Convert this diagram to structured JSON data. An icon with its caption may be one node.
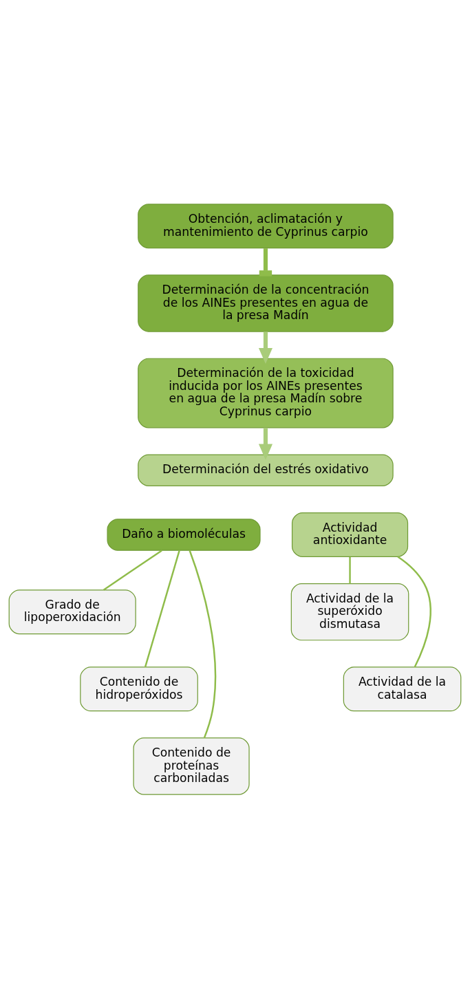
{
  "diagram": {
    "nodes": [
      {
        "text": [
          "Obtención, aclimatación y mantenimiento de Cyprinus carpio"
        ]
      },
      {
        "text": [
          "Determinación de la concentración de los AINEs presentes en agua de la presa Madín"
        ]
      },
      {
        "text": [
          "Determinación de la toxicidad inducida por los AINEs presentes en agua de la presa Madín sobre Cyprinus carpio"
        ]
      },
      {
        "text": [
          "Determinación del estrés oxidativo"
        ]
      },
      {
        "text": [
          "Daño a biomoléculas"
        ]
      },
      {
        "text": [
          "Actividad antioxidante"
        ]
      },
      {
        "text": [
          "Grado de lipoperoxidación"
        ]
      },
      {
        "text": [
          "Contenido de hidroperóxidos"
        ]
      },
      {
        "text": [
          "Contenido de proteínas carboniladas"
        ]
      },
      {
        "text": [
          "Actividad de la superóxido dismutasa"
        ]
      },
      {
        "text": [
          "Actividad de la catalasa"
        ]
      }
    ],
    "edges": [
      {
        "from": 0,
        "to": 1,
        "arrow": "other",
        "style": "thick",
        "color": "#8fbc4a"
      },
      {
        "from": 1,
        "to": 2,
        "arrow": "to",
        "style": "thick",
        "color": "#a9cc7a"
      },
      {
        "from": 2,
        "to": 3,
        "arrow": "to",
        "style": "thick",
        "color": "#a9cc7a"
      },
      {
        "from": 4,
        "to": 6,
        "arrow": "none"
      },
      {
        "from": 4,
        "to": 7,
        "arrow": "none"
      },
      {
        "from": 4,
        "to": 8,
        "arrow": "none"
      },
      {
        "from": 5,
        "to": 9,
        "arrow": "none"
      },
      {
        "from": 5,
        "to": 10,
        "arrow": "none"
      }
    ]
  }
}
